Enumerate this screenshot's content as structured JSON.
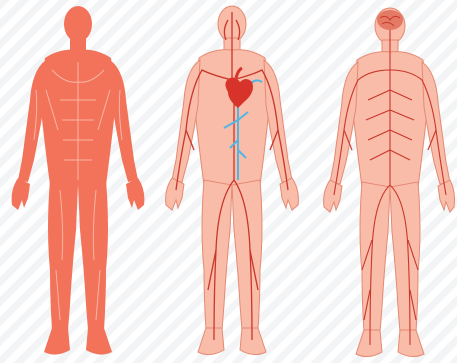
{
  "illustration": {
    "description_visible_text": "",
    "figures": [
      {
        "system": "muscular",
        "icon": "muscular-system-icon"
      },
      {
        "system": "circulatory",
        "icon": "circulatory-system-icon"
      },
      {
        "system": "nervous",
        "icon": "nervous-system-icon"
      }
    ]
  },
  "colors": {
    "background_stripe": "#f3f4f6",
    "muscle_fill": "#f2735a",
    "muscle_line": "#f9b4a3",
    "skin": "#f8bca9",
    "skin_outline": "#e58a73",
    "artery": "#c9362b",
    "vein": "#52b6e3",
    "heart": "#d8332a",
    "nerve": "#c9362b",
    "brain": "#e47a65"
  }
}
